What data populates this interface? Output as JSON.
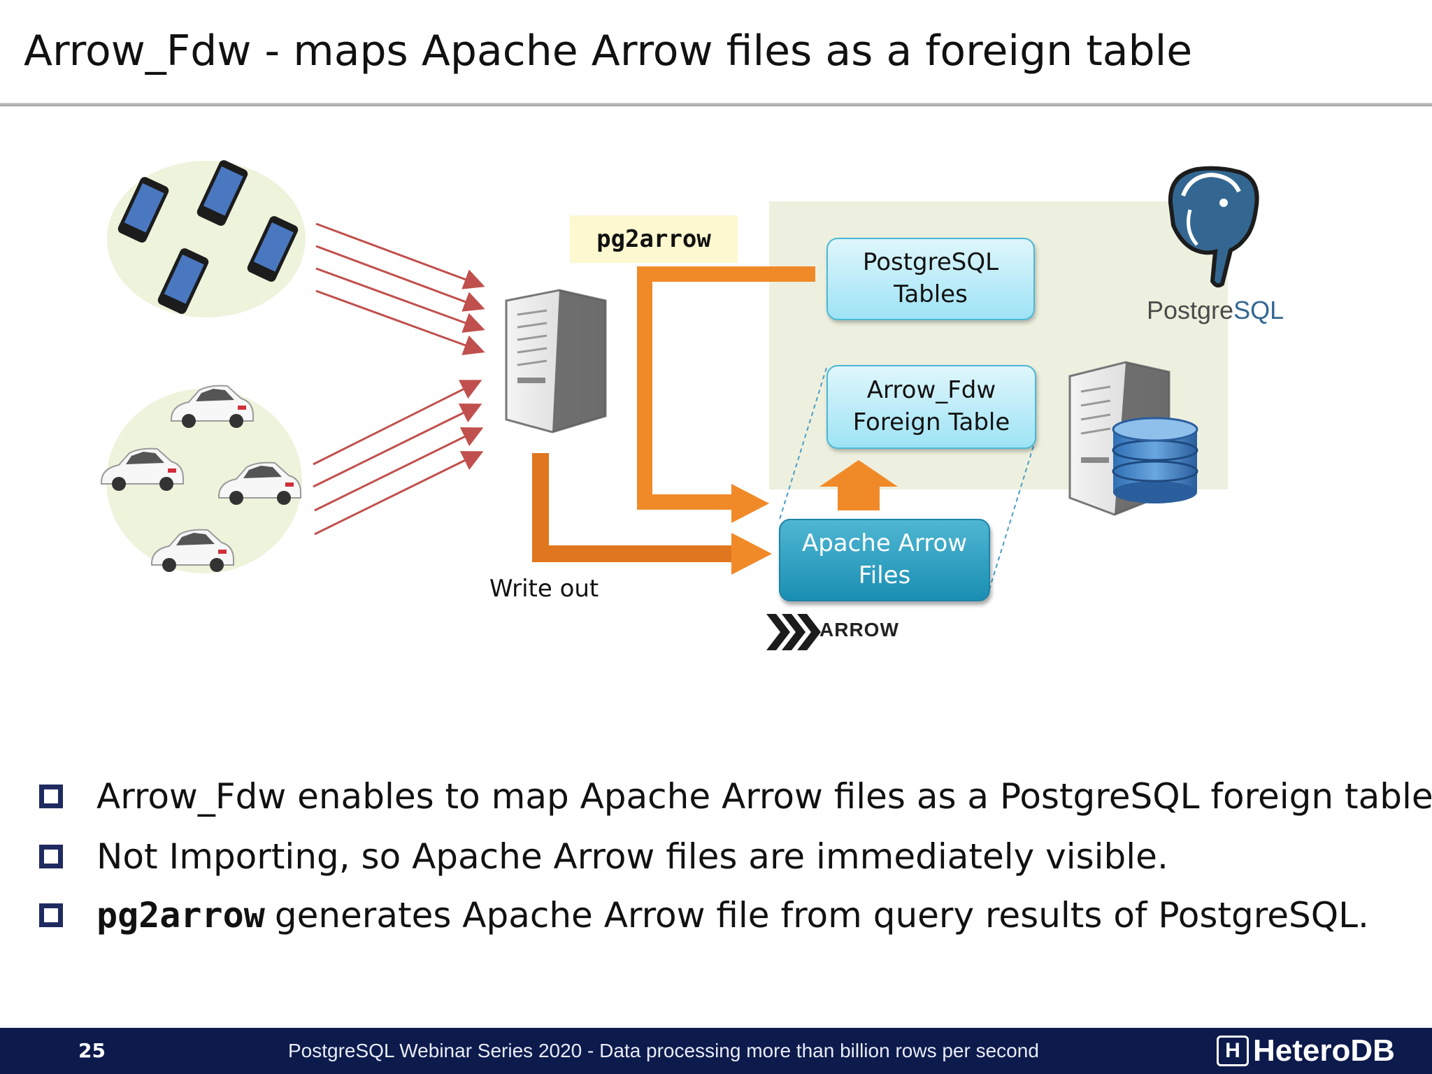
{
  "slide": {
    "title": "Arrow_Fdw - maps Apache Arrow files as a foreign table"
  },
  "diagram": {
    "pg2arrow_label": "pg2arrow",
    "write_out_label": "Write out",
    "postgres_tables_line1": "PostgreSQL",
    "postgres_tables_line2": "Tables",
    "foreign_table_line1": "Arrow_Fdw",
    "foreign_table_line2": "Foreign Table",
    "arrow_files_line1": "Apache Arrow",
    "arrow_files_line2": "Files",
    "postgres_logo_text_a": "Postgre",
    "postgres_logo_text_b": "SQL",
    "arrow_logo_text": "ARROW",
    "icons": [
      "smartphone-icon",
      "car-icon",
      "server-icon",
      "database-server-icon",
      "elephant-icon",
      "arrow-chevrons-icon"
    ]
  },
  "bullets": {
    "b1": "Arrow_Fdw enables to map Apache Arrow files as a PostgreSQL foreign table.",
    "b2": "Not Importing, so Apache Arrow files are immediately visible.",
    "b3_code": "pg2arrow",
    "b3_text": "generates Apache Arrow file from query results of PostgreSQL."
  },
  "footer": {
    "page_number": "25",
    "series_text": "PostgreSQL Webinar Series 2020 - Data processing more than billion rows per second",
    "brand": "HeteroDB",
    "brand_mark": "H"
  },
  "colors": {
    "footer_bg": "#0c1a4c",
    "orange_arrow": "#f08a28",
    "postgres_area": "#eef0df",
    "red_arrow": "#c0504d"
  }
}
